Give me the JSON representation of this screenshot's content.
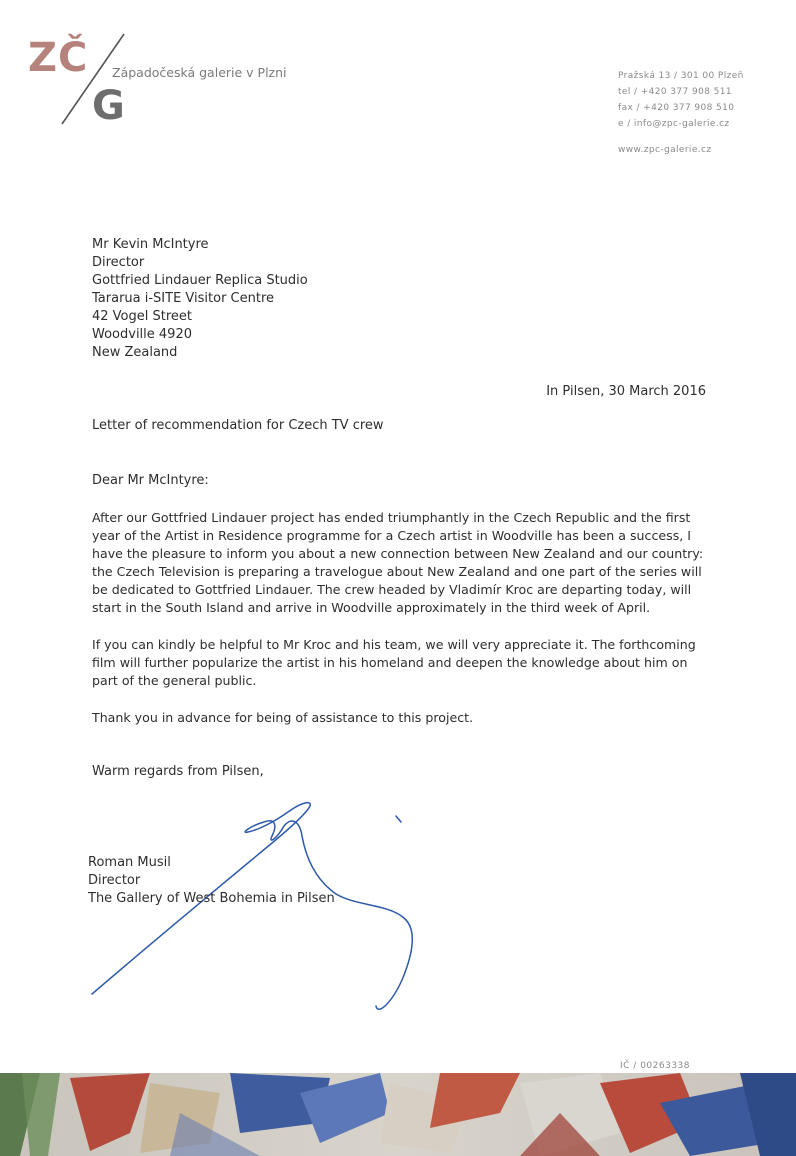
{
  "logo": {
    "mark_top": "ZČ",
    "mark_bottom": "G",
    "name": "Západočeská galerie v Plzni",
    "colors": {
      "accent": "#b5837c",
      "gray": "#6d6d6d"
    }
  },
  "contact": {
    "address": "Pražská 13 / 301 00 Plzeň",
    "tel": "tel / +420 377 908 511",
    "fax": "fax / +420 377 908 510",
    "email": "e / info@zpc-galerie.cz",
    "web": "www.zpc-galerie.cz"
  },
  "recipient": {
    "name": "Mr Kevin McIntyre",
    "title": "Director",
    "org": "Gottfried Lindauer Replica Studio",
    "place": "Tararua i-SITE Visitor Centre",
    "street": "42 Vogel Street",
    "city": "Woodville 4920",
    "country": "New Zealand"
  },
  "date_line": "In Pilsen, 30 March 2016",
  "subject": "Letter of recommendation for Czech TV crew",
  "salutation": "Dear Mr McIntyre:",
  "paragraphs": {
    "p1": "After our Gottfried Lindauer project has ended triumphantly in the Czech Republic and the first year of the Artist in Residence programme for a Czech artist in Woodville has been a success, I have the pleasure to inform you about a new connection between New Zealand and our country: the Czech Television is preparing a travelogue about New Zealand and one part of the series will be dedicated to Gottfried Lindauer. The crew headed by Vladimír Kroc are departing today, will start in the South Island and arrive in Woodville approximately in the third week of April.",
    "p2": "If you can kindly be helpful to Mr Kroc and his team, we will very appreciate it. The forthcoming film will further popularize the artist in his homeland and deepen the knowledge about him on part of the general public.",
    "p3": "Thank you in advance for being of assistance to this project."
  },
  "closing": "Warm regards from Pilsen,",
  "signer": {
    "name": "Roman Musil",
    "title": "Director",
    "org": "The Gallery of West Bohemia in Pilsen"
  },
  "registration": "IČ / 00263338",
  "signature_color": "#2d5aa8"
}
